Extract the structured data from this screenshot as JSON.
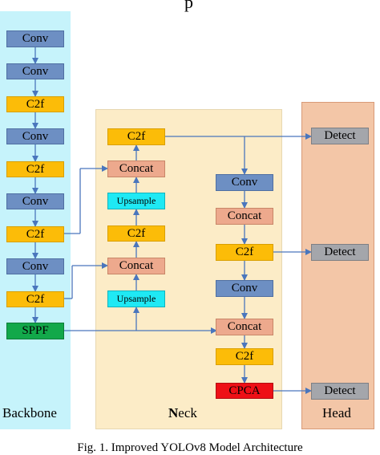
{
  "colors": {
    "backbone_bg": "#c6f3fb",
    "neck_bg": "#fcecc7",
    "head_bg": "#f3c6a7",
    "conv": "#6d8fc3",
    "c2f": "#fcbc08",
    "concat": "#eda98d",
    "upsample": "#1fe9f4",
    "sppf": "#12a84a",
    "detect": "#a4a6ab",
    "cpca": "#ee1016",
    "arrow": "#4a76bd"
  },
  "title_fragment": "p",
  "backbone": {
    "label": "Backbone",
    "blocks": [
      "Conv",
      "Conv",
      "C2f",
      "Conv",
      "C2f",
      "Conv",
      "C2f",
      "Conv",
      "C2f",
      "SPPF"
    ]
  },
  "neck": {
    "label_bold": "N",
    "label_rest": "eck",
    "left_column": [
      "C2f",
      "Concat",
      "Upsample",
      "C2f",
      "Concat",
      "Upsample"
    ],
    "right_column": [
      "Conv",
      "Concat",
      "C2f",
      "Conv",
      "Concat",
      "C2f",
      "CPCA"
    ]
  },
  "head": {
    "label": "Head",
    "detect": [
      "Detect",
      "Detect",
      "Detect"
    ]
  },
  "caption": "Fig. 1. Improved YOLOv8 Model Architecture"
}
